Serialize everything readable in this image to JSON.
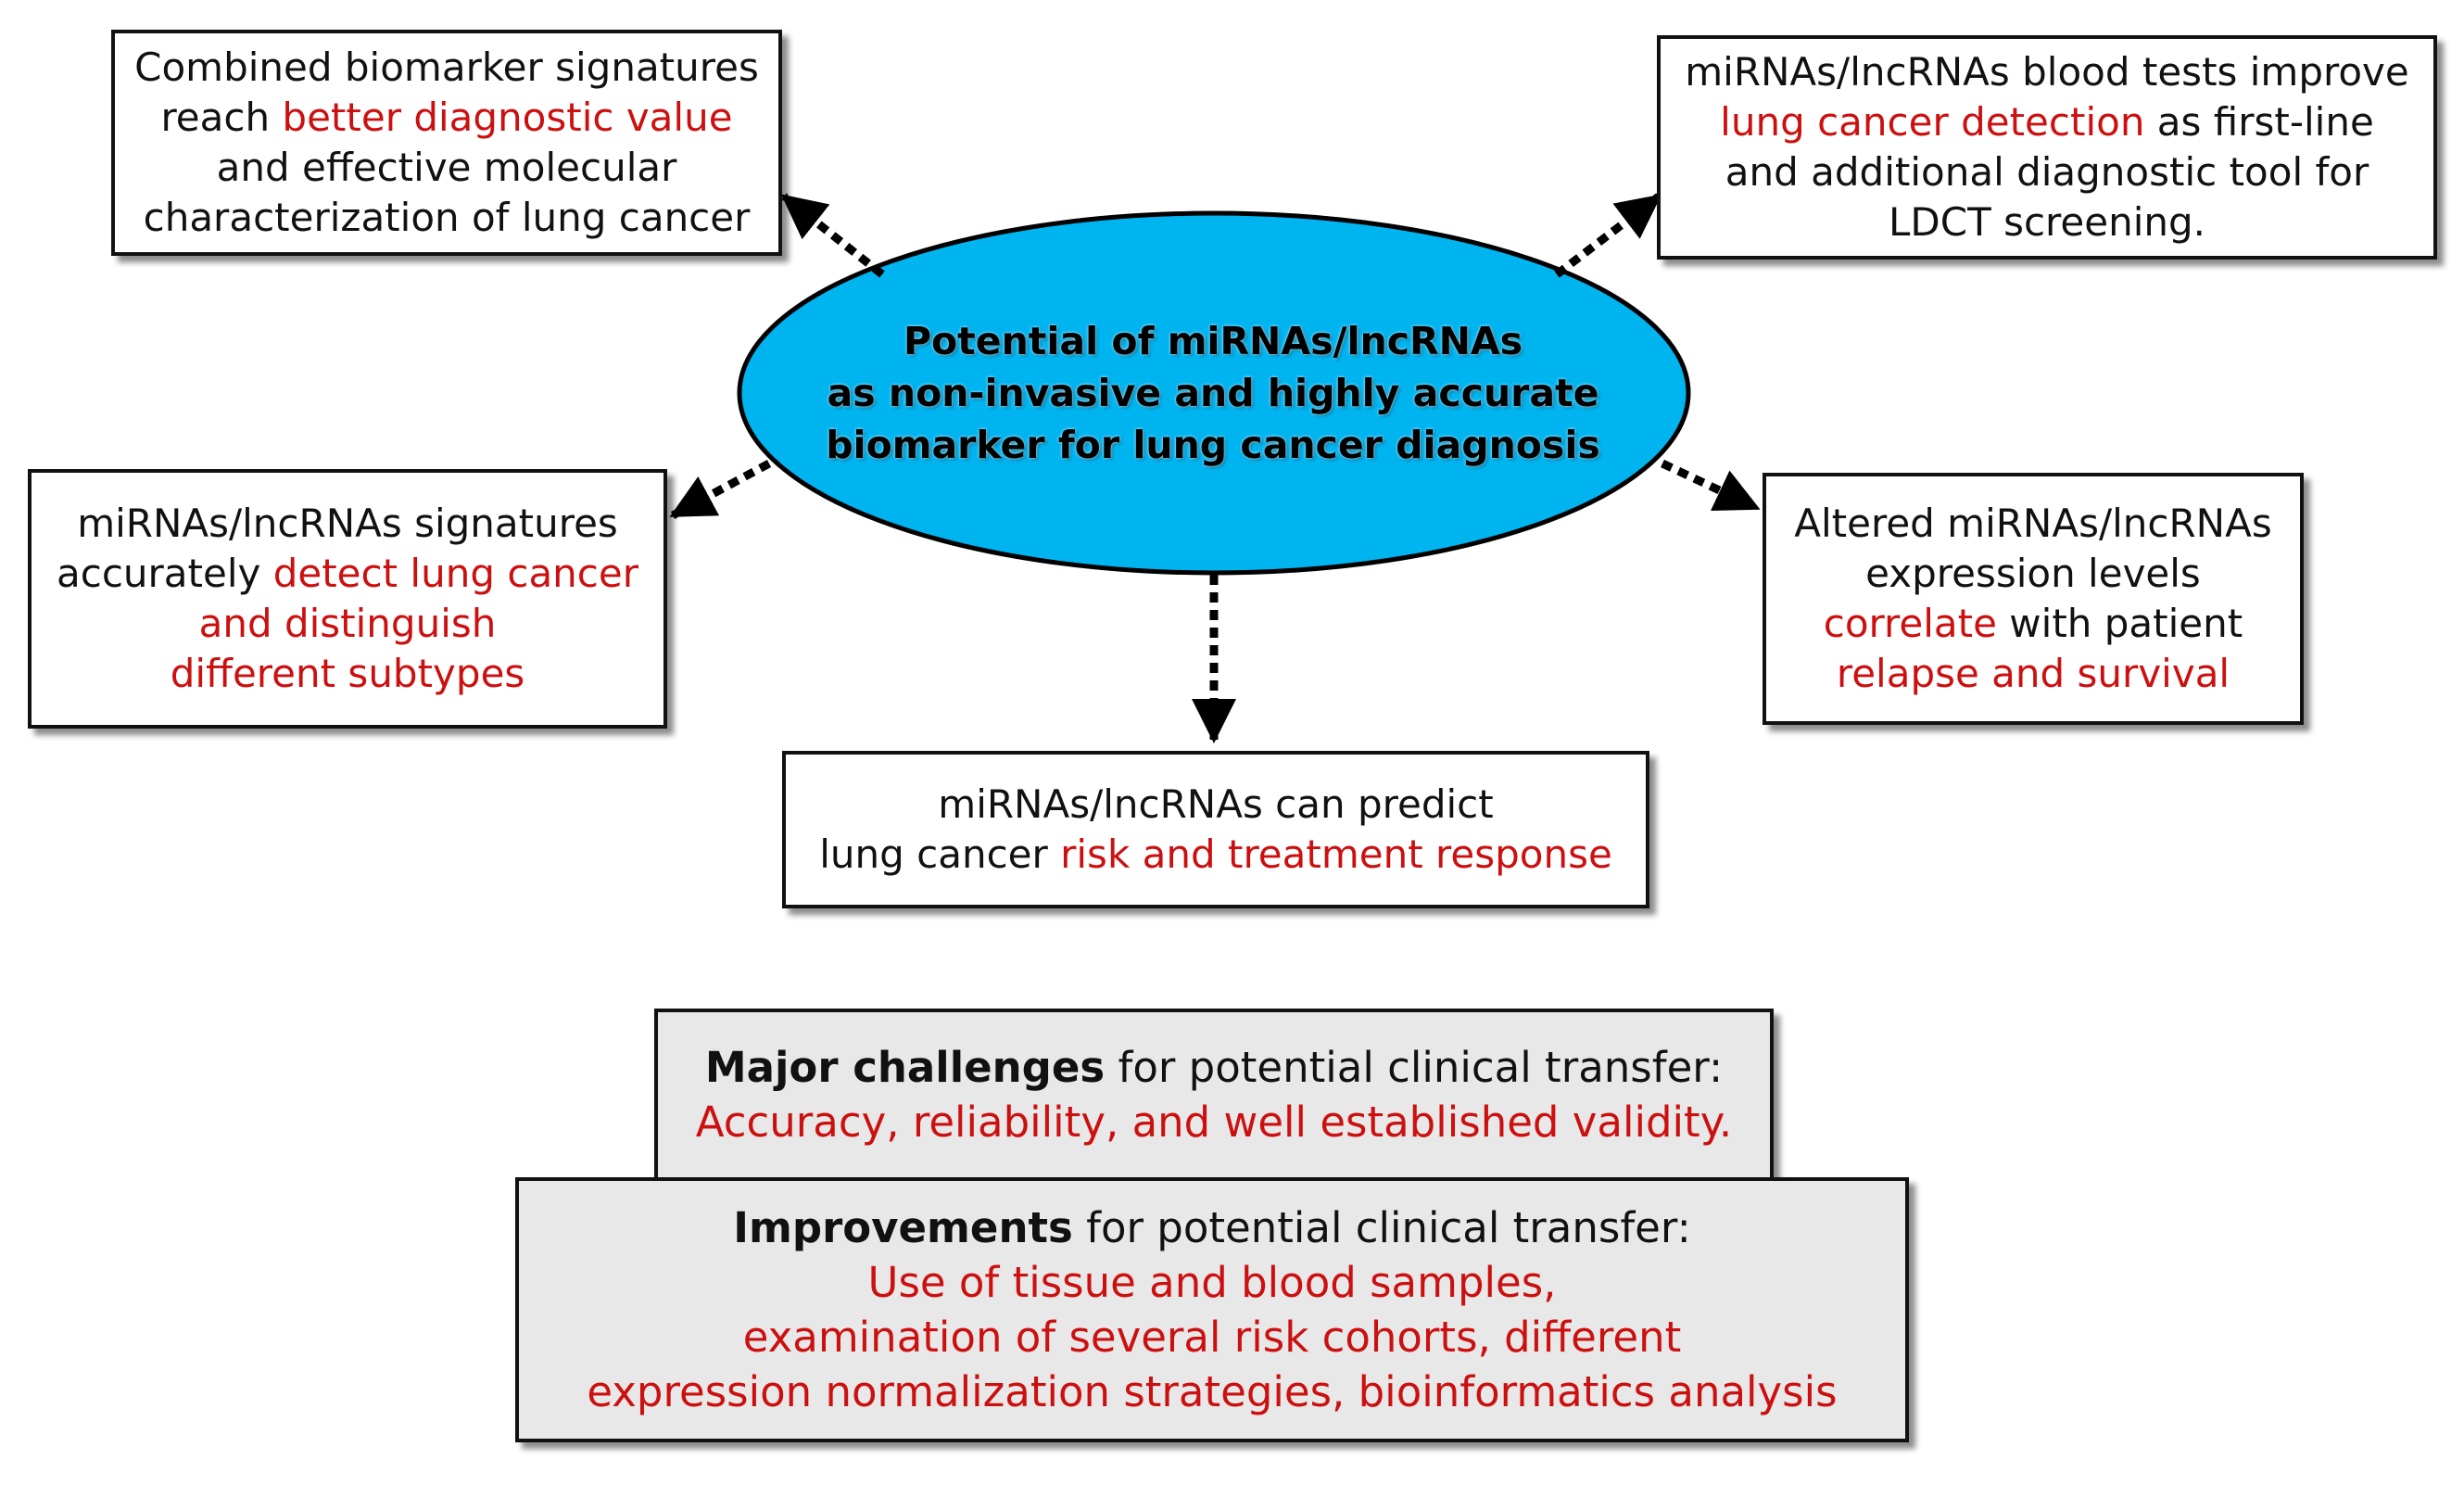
{
  "hub": {
    "lines": [
      "Potential of miRNAs/lncRNAs",
      "as non-invasive and highly accurate",
      "biomarker for lung cancer diagnosis"
    ],
    "fill": "#00b4f0"
  },
  "boxes": {
    "top_left": {
      "line1": "Combined biomarker signatures",
      "line2_a": "reach ",
      "line2_b": "better diagnostic value",
      "line3": "and effective molecular",
      "line4": "characterization of lung cancer"
    },
    "top_right": {
      "line1": "miRNAs/lncRNAs blood tests improve",
      "line2_a": "lung cancer detection",
      "line2_b": " as first-line",
      "line3": "and additional diagnostic tool for",
      "line4": "LDCT screening."
    },
    "mid_left": {
      "line1": "miRNAs/lncRNAs signatures",
      "line2_a": "accurately ",
      "line2_b": "detect lung cancer",
      "line3": "and distinguish",
      "line4": "different subtypes"
    },
    "mid_right": {
      "line1": "Altered miRNAs/lncRNAs",
      "line2": "expression levels",
      "line3_a": "correlate",
      "line3_b": " with patient",
      "line4": "relapse and survival"
    },
    "bottom_center": {
      "line1": "miRNAs/lncRNAs can predict",
      "line2_a": "lung cancer ",
      "line2_b": "risk and treatment response"
    },
    "challenges": {
      "bold": "Major challenges",
      "rest": " for potential clinical transfer:",
      "line2": "Accuracy, reliability, and well established validity."
    },
    "improvements": {
      "bold": "Improvements",
      "rest": " for potential clinical transfer:",
      "line2": "Use of tissue and blood samples,",
      "line3": "examination of several risk cohorts, different",
      "line4": "expression normalization strategies, bioinformatics analysis"
    }
  },
  "colors": {
    "highlight": "#cc1010",
    "text": "#111111",
    "gray_box": "#e8e8e8"
  }
}
